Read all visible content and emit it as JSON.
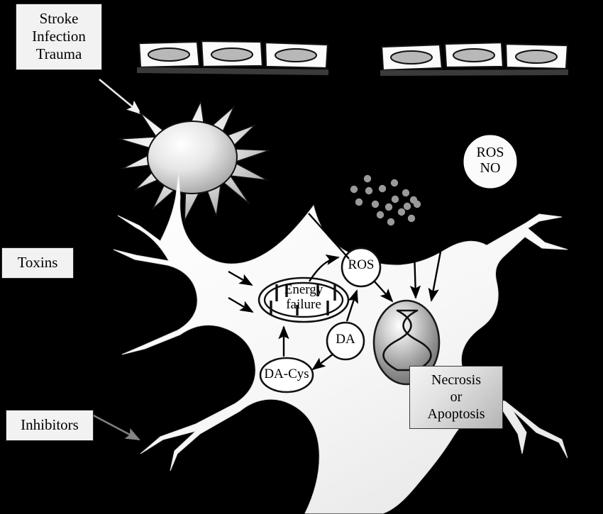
{
  "figure": {
    "title": "Neurodegeneration cascade schematic",
    "background_color": "#000000"
  },
  "stimuli": {
    "stroke_box": {
      "name": "stroke-infection-trauma",
      "lines": [
        "Stroke",
        "Infection",
        "Trauma"
      ]
    },
    "toxins_box": {
      "name": "toxins",
      "lines": [
        "Toxins"
      ]
    },
    "inhibitors_box": {
      "name": "inhibitors",
      "lines": [
        "Inhibitors"
      ]
    }
  },
  "vasculature": {
    "label": "endothelial-cell-layer",
    "left_segment_cells": 3,
    "right_segment_cells": 3,
    "cell_fill": "#fbfbfb",
    "nucleus_fill": "#b8b8b8",
    "basement_membrane_fill": "#3a3a3a"
  },
  "microglia": {
    "label": "activated-microglia",
    "spikes": 13,
    "body_fill_light": "#ffffff",
    "body_fill_dark": "#9c9c9c"
  },
  "free_radicals": {
    "label": "ROS / NO diffusing species",
    "circle_text": [
      "ROS",
      "NO"
    ],
    "dot_count": 17,
    "dot_fill": "#9a9a9a"
  },
  "neuron": {
    "label": "dopaminergic-neuron",
    "soma_fill": "#fafafa",
    "outline": "#e8e8e8"
  },
  "organelles": {
    "mitochondrion": {
      "name": "mitochondrion-energy-failure",
      "lines": [
        "Energy",
        "failure"
      ]
    },
    "ros_node": {
      "name": "ros-node",
      "lines": [
        "ROS"
      ]
    },
    "da_node": {
      "name": "dopamine-node",
      "lines": [
        "DA"
      ]
    },
    "da_cys_node": {
      "name": "dopamine-cysteine-node",
      "lines": [
        "DA-Cys"
      ]
    },
    "nucleus": {
      "name": "nucleus-with-dna",
      "fill_light": "#ffffff",
      "fill_dark": "#6f6f6f",
      "dna_turns": 4
    }
  },
  "outcome": {
    "fate_box": {
      "name": "necrosis-or-apoptosis",
      "lines": [
        "Necrosis",
        "or",
        "Apoptosis"
      ]
    }
  },
  "arrows": [
    {
      "name": "arrow-stroke-to-vessel",
      "from": "Stroke/Infection/Trauma",
      "to": "endothelium"
    },
    {
      "name": "arrow-toxins-to-neuron-upper",
      "from": "Toxins",
      "to": "neuron soma"
    },
    {
      "name": "arrow-toxins-to-neuron-lower",
      "from": "Toxins",
      "to": "neuron soma"
    },
    {
      "name": "arrow-inhibitors-to-neuron",
      "from": "Inhibitors",
      "to": "neuron soma"
    },
    {
      "name": "arrow-mitochondrion-to-ros",
      "from": "Energy failure",
      "to": "ROS"
    },
    {
      "name": "arrow-ros-to-nucleus",
      "from": "ROS",
      "to": "nucleus"
    },
    {
      "name": "arrow-da-to-ros",
      "from": "DA",
      "to": "ROS"
    },
    {
      "name": "arrow-da-to-dacys",
      "from": "DA",
      "to": "DA-Cys"
    },
    {
      "name": "arrow-dacys-to-mitochondrion",
      "from": "DA-Cys",
      "to": "Energy failure"
    },
    {
      "name": "arrow-radicals-to-nucleus-1",
      "from": "ROS/NO cloud",
      "to": "nucleus"
    },
    {
      "name": "arrow-radicals-to-nucleus-2",
      "from": "ROS/NO cloud",
      "to": "nucleus"
    },
    {
      "name": "arrow-apex-to-ros",
      "from": "extracellular space",
      "to": "ROS"
    }
  ]
}
